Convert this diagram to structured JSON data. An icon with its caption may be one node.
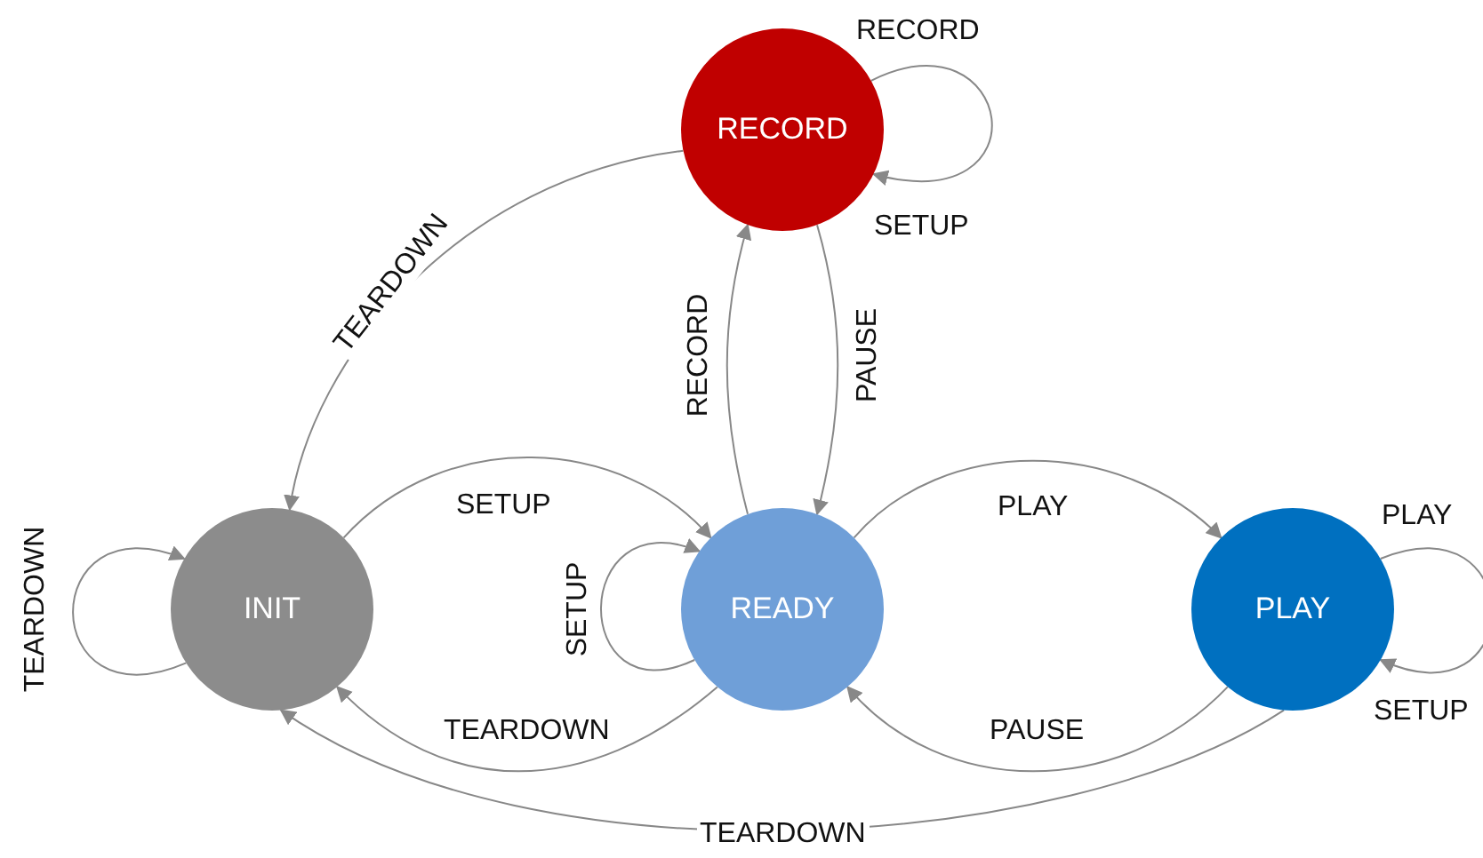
{
  "diagram": {
    "nodes": [
      {
        "text": [
          "RECORD"
        ]
      },
      {
        "text": [
          "INIT"
        ]
      },
      {
        "text": [
          "READY"
        ]
      },
      {
        "text": [
          "PLAY"
        ]
      }
    ],
    "edges": [
      {
        "from": 0,
        "to": 0,
        "arrow": "to",
        "label": "RECORD"
      },
      {
        "from": 0,
        "to": 1,
        "arrow": "to",
        "label": "TEARDOWN"
      },
      {
        "from": 2,
        "to": 0,
        "arrow": "to",
        "label": "RECORD"
      },
      {
        "from": 0,
        "to": 2,
        "arrow": "to",
        "label": "PAUSE"
      },
      {
        "from": 1,
        "to": 1,
        "arrow": "to",
        "label": "TEARDOWN"
      },
      {
        "from": 1,
        "to": 2,
        "arrow": "to",
        "label": "SETUP"
      },
      {
        "from": 2,
        "to": 2,
        "arrow": "to",
        "label": "SETUP"
      },
      {
        "from": 2,
        "to": 1,
        "arrow": "to",
        "label": "TEARDOWN"
      },
      {
        "from": 2,
        "to": 3,
        "arrow": "to",
        "label": "PLAY"
      },
      {
        "from": 3,
        "to": 3,
        "arrow": "to",
        "label": "PLAY"
      },
      {
        "from": 3,
        "to": 2,
        "arrow": "to",
        "label": "PAUSE"
      },
      {
        "from": 3,
        "to": 1,
        "arrow": "to",
        "label": "TEARDOWN"
      }
    ],
    "labels": [
      "SETUP",
      "SETUP"
    ]
  }
}
